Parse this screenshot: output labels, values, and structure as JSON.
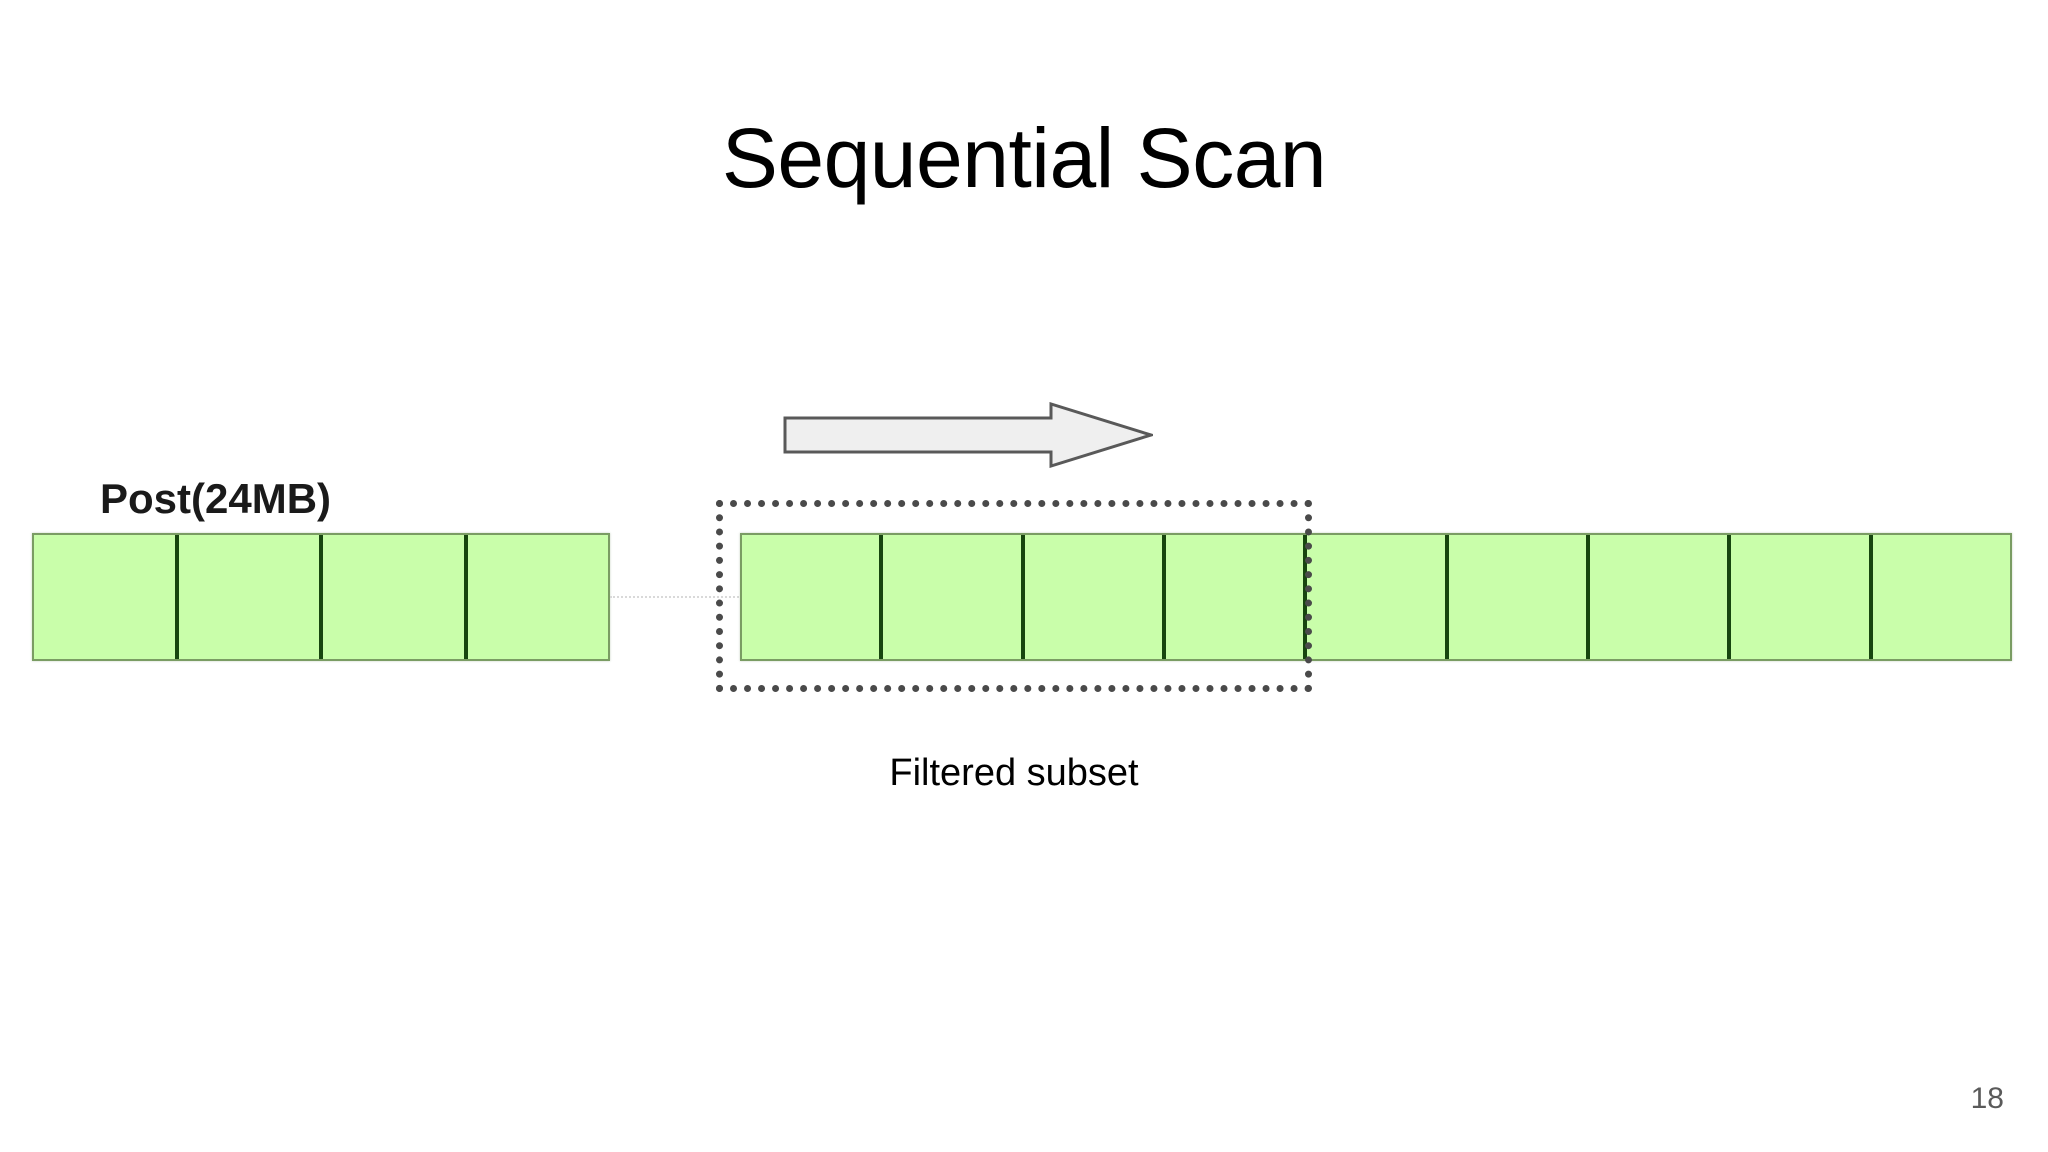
{
  "slide": {
    "title": "Sequential Scan",
    "page_number": "18",
    "background_color": "#ffffff"
  },
  "diagram": {
    "left_group": {
      "label": "Post(24MB)",
      "cell_count": 4,
      "fill_color": "#c9feaa",
      "divider_color": "#17450f",
      "border_color": "#7a9c63"
    },
    "right_group": {
      "cell_count": 9,
      "fill_color": "#c9feaa",
      "divider_color": "#17450f",
      "border_color": "#7a9c63"
    },
    "connector": {
      "style": "dotted",
      "color": "#d9d9d9"
    },
    "filter_box": {
      "label": "Filtered subset",
      "covers_cells": 4,
      "border_style": "dotted",
      "border_color": "#4a4a4a"
    },
    "scan_arrow": {
      "name": "scan-direction-arrow",
      "direction": "right",
      "fill_color": "#efefef",
      "border_color": "#595959"
    }
  }
}
